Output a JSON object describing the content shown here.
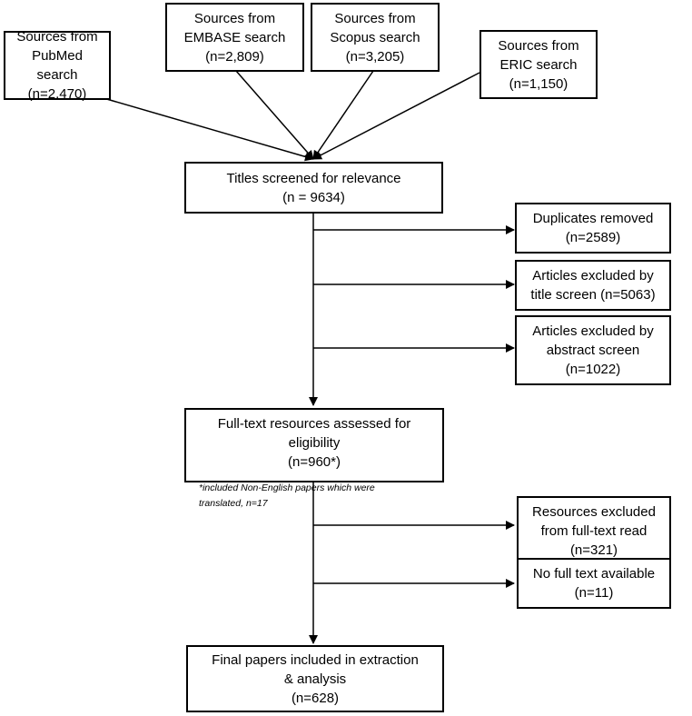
{
  "sources": {
    "pubmed": [
      "Sources from",
      "PubMed search",
      "(n=2,470)"
    ],
    "embase": [
      "Sources from",
      "EMBASE search",
      "(n=2,809)"
    ],
    "scopus": [
      "Sources from",
      "Scopus search",
      "(n=3,205)"
    ],
    "eric": [
      "Sources from",
      "ERIC  search",
      "(n=1,150)"
    ]
  },
  "titles_screened": [
    "Titles screened for relevance",
    "(n = 9634)"
  ],
  "exclusions_1": {
    "duplicates": [
      "Duplicates removed",
      "(n=2589)"
    ],
    "title_screen": [
      "Articles excluded by",
      "title screen (n=5063)"
    ],
    "abstract_screen": [
      "Articles excluded by",
      "abstract screen",
      "(n=1022)"
    ]
  },
  "full_text": {
    "lines": [
      "Full-text resources assessed for",
      "eligibility",
      "(n=960*)"
    ],
    "note": [
      "*included Non-English papers which were",
      "translated, n=17"
    ]
  },
  "exclusions_2": {
    "full_text_read": [
      "Resources excluded",
      "from full-text read",
      "(n=321)"
    ],
    "no_full_text": [
      "No full text available",
      "(n=11)"
    ]
  },
  "final": [
    "Final papers included in extraction",
    "& analysis",
    "(n=628)"
  ]
}
